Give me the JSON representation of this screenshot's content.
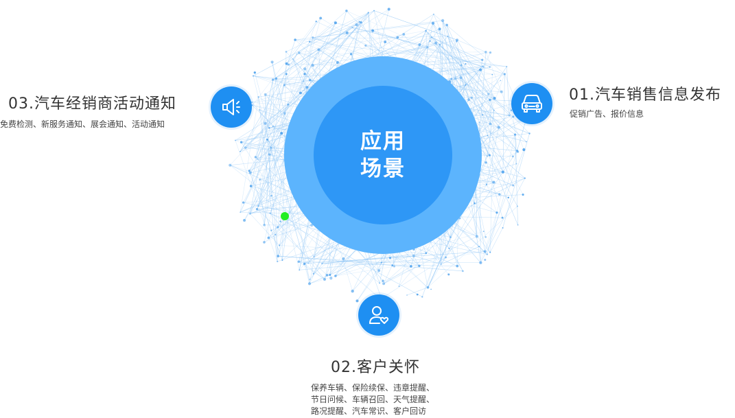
{
  "center": {
    "line1": "应用",
    "line2": "场景"
  },
  "items": [
    {
      "title": "01.汽车销售信息发布",
      "desc": [
        "促销广告、报价信息"
      ],
      "icon": "car-icon"
    },
    {
      "title": "02.客户关怀",
      "desc": [
        "保养车辆、保险续保、违章提醒、",
        "节日问候、车辆召回、天气提醒、",
        "路况提醒、汽车常识、客户回访"
      ],
      "icon": "user-heart-icon"
    },
    {
      "title": "03.汽车经销商活动通知",
      "desc": [
        "免费检测、新服务通知、展会通知、活动通知"
      ],
      "icon": "megaphone-icon"
    }
  ],
  "colors": {
    "accent": "#1e8ff2",
    "outer_ring": "#5cb4fd",
    "inner_ring": "#2e97f6",
    "network": "#8cc4f5",
    "highlight_dot": "#22ee22"
  }
}
